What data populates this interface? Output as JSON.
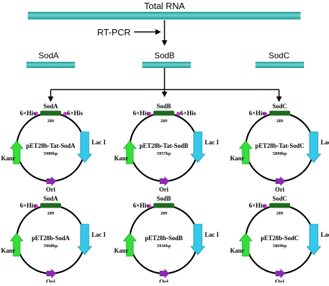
{
  "top": {
    "total_rna_label": "Total RNA",
    "rt_pcr_label": "RT-PCR"
  },
  "genes": [
    "SodA",
    "SodB",
    "SodC"
  ],
  "colors": {
    "bar": "#1f9a97",
    "bar_light": "#6fd3cd",
    "gene_block": "#1e6b1e",
    "his_dot": "#c83cc8",
    "lac_arrow": "#36c8e8",
    "kana_arrow": "#33e03a",
    "ori_arrow": "#8a2bb0",
    "line": "#000000"
  },
  "plasmids": [
    {
      "gene": "SodA",
      "name": "pET28b-Tat-SodA",
      "size": "5989bp",
      "his_left": "6×His",
      "his_right": "6×His",
      "pos": "289",
      "kana": "Kanr",
      "lac": "Lac I",
      "ori": "Ori"
    },
    {
      "gene": "SodB",
      "name": "pET28b-Tat-SodB",
      "size": "5957bp",
      "his_left": "6×His",
      "his_right": "6×His",
      "pos": "289",
      "kana": "Kanr",
      "lac": "Lac I",
      "ori": "Ori"
    },
    {
      "gene": "SodC",
      "name": "pET28b-Tat-SodC",
      "size": "5890bp",
      "his_left": "6×His",
      "his_right": "",
      "pos": "289",
      "kana": "Kanr",
      "lac": "Lac I",
      "ori": "Ori"
    },
    {
      "gene": "SodA",
      "name": "pET28b-SodA",
      "size": "5968bp",
      "his_left": "6×His",
      "his_right": "",
      "pos": "289",
      "kana": "Kanr",
      "lac": "Lac I",
      "ori": "Ori"
    },
    {
      "gene": "SodB",
      "name": "pET28b-SodB",
      "size": "5936bp",
      "his_left": "6×His",
      "his_right": "",
      "pos": "289",
      "kana": "Kanr",
      "lac": "Lac I",
      "ori": "Ori"
    },
    {
      "gene": "SodC",
      "name": "pET28b-SodC",
      "size": "5869bp",
      "his_left": "6×His",
      "his_right": "",
      "pos": "289",
      "kana": "Kanr",
      "lac": "Lac I",
      "ori": "Ori"
    }
  ]
}
